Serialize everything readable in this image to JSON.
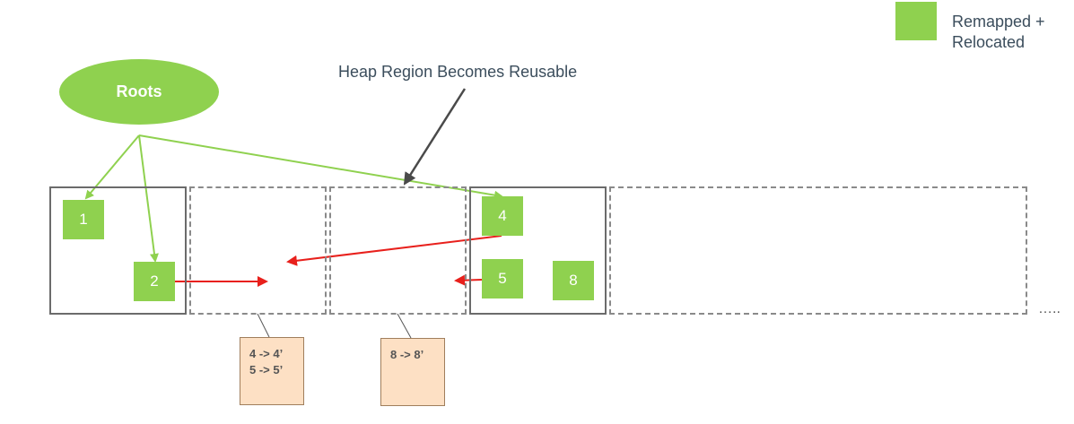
{
  "legend": {
    "label_line1": "Remapped +",
    "label_line2": "Relocated",
    "color": "#8fd14f"
  },
  "caption": "Heap Region Becomes Reusable",
  "roots_label": "Roots",
  "objects": {
    "o1": "1",
    "o2": "2",
    "o4": "4",
    "o5": "5",
    "o8": "8"
  },
  "forwarding_tables": {
    "t1": {
      "line1": "4 -> 4’",
      "line2": "5 -> 5’"
    },
    "t2": {
      "line1": "8 -> 8’"
    }
  },
  "continuation": "…..",
  "colors": {
    "object_green": "#8fd14f",
    "reference_arrow": "#8fd14f",
    "forward_arrow": "#e8201c",
    "table_fill": "#fde0c4"
  }
}
